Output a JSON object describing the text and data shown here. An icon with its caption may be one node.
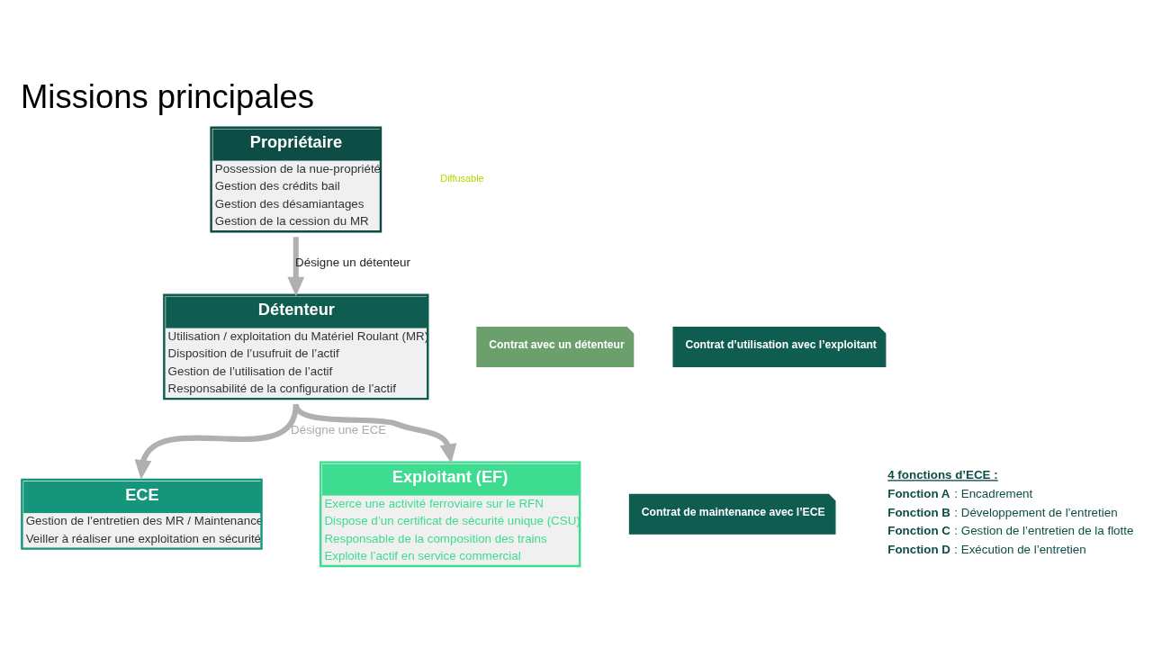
{
  "diagram": {
    "title": "Missions principales",
    "nodes": [
      {
        "text": [
          "Propriétaire",
          "Possession de la nue-propriété",
          "Gestion des crédits bail",
          "Gestion des désamiantages",
          "Gestion de la cession du MR"
        ]
      },
      {
        "text": [
          "Contrat avec un détenteur"
        ]
      },
      {
        "text": [
          "Détenteur",
          "Utilisation / exploitation du Matériel Roulant (MR)",
          "Disposition de l’usufruit de l’actif",
          "Gestion de l’utilisation de l’actif",
          "Responsabilité de la configuration de l’actif"
        ]
      },
      {
        "text": [
          "Contrat d’utilisation avec l’exploitant"
        ]
      },
      {
        "text": [
          "Contrat de maintenance avec l’ECE"
        ]
      },
      {
        "text": [
          "ECE",
          "Gestion de l’entretien des MR / Maintenance",
          "Veiller à réaliser une exploitation en sécurité"
        ]
      },
      {
        "text": [
          "Exploitant (EF)",
          "Exerce une activité ferroviaire sur le RFN",
          "Dispose d’un certificat de sécurité unique (CSU)",
          "Responsable de la composition des trains",
          "Exploite l’actif en service commercial"
        ]
      }
    ],
    "edges": [
      {
        "from": 0,
        "to": 2,
        "arrow": "to",
        "label": "Désigne un détenteur"
      },
      {
        "from": 2,
        "to": 5,
        "arrow": "to",
        "label": "Désigne une ECE"
      },
      {
        "from": 2,
        "to": 6,
        "arrow": "to"
      }
    ],
    "labels": [
      "4 fonctions d’ECE :",
      "**Fonction A** : Encadrement",
      "**Fonction B** : Développement de l’entretien",
      "**Fonction C** : Gestion de l’entretien de la flotte",
      "**Fonction D** : Exécution de l’entretien",
      "Diffusable"
    ]
  }
}
